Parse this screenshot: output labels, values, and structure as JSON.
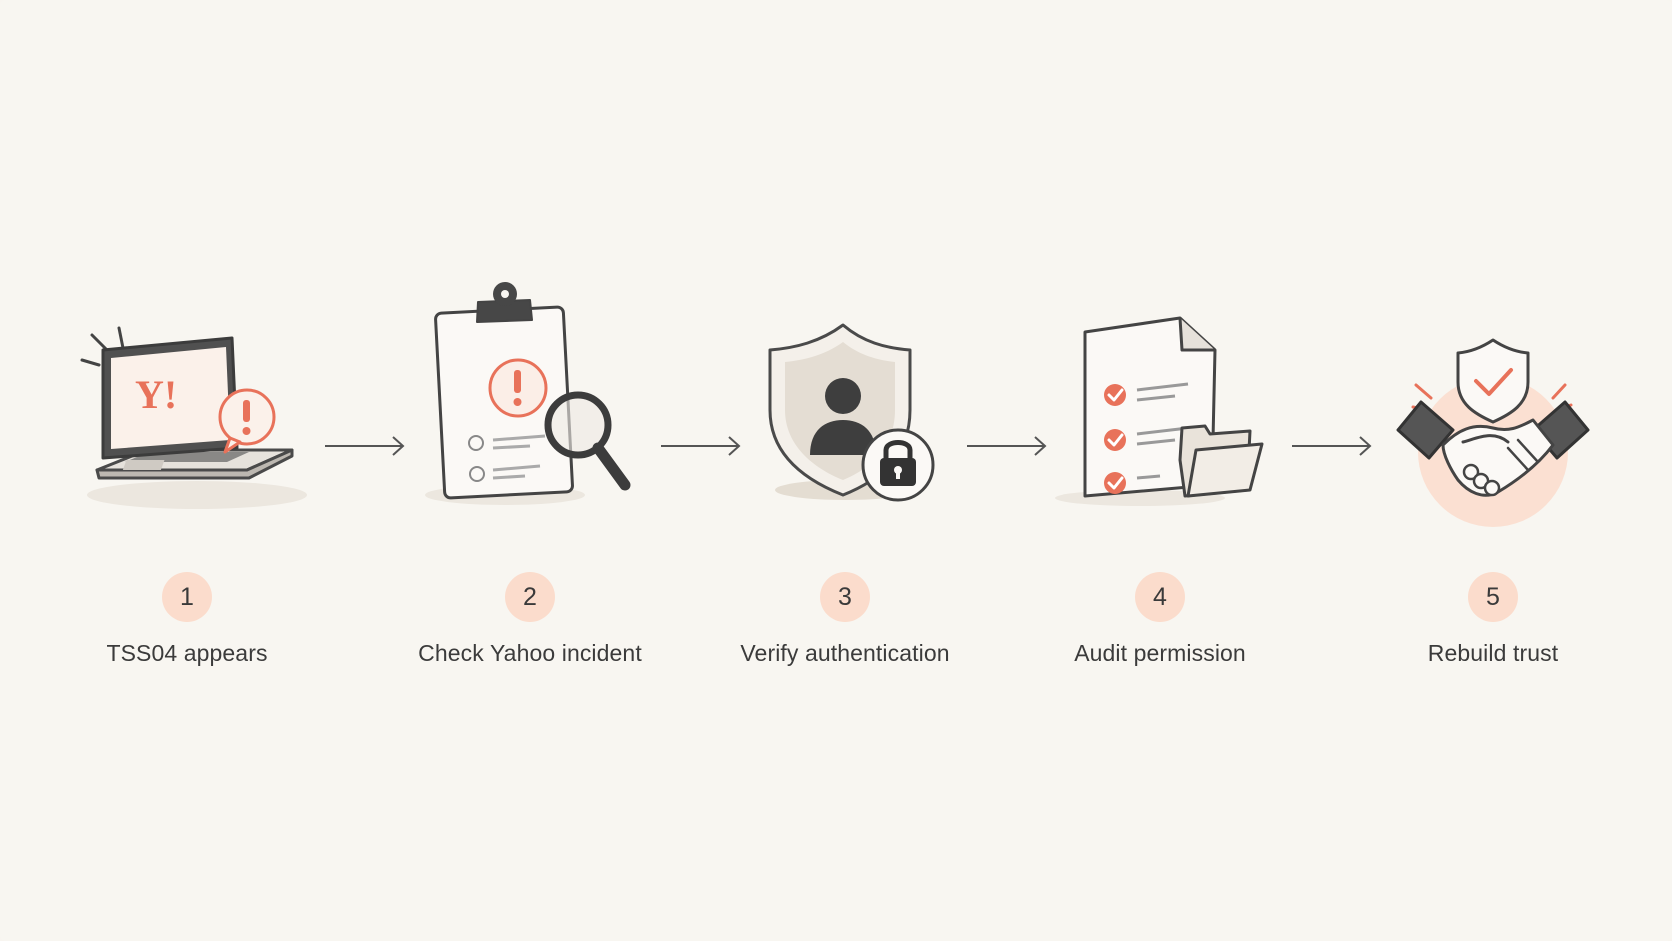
{
  "steps": [
    {
      "number": "1",
      "label": "TSS04 appears",
      "icon": "laptop-yahoo-alert-icon",
      "brand_text": "Y!"
    },
    {
      "number": "2",
      "label": "Check Yahoo incident",
      "icon": "clipboard-magnifier-icon"
    },
    {
      "number": "3",
      "label": "Verify authentication",
      "icon": "shield-user-lock-icon"
    },
    {
      "number": "4",
      "label": "Audit permission",
      "icon": "checklist-folder-icon"
    },
    {
      "number": "5",
      "label": "Rebuild trust",
      "icon": "handshake-shield-icon"
    }
  ],
  "colors": {
    "background": "#f8f6f1",
    "accent": "#e8725a",
    "badge": "#fbdccc",
    "ink": "#3a3a3a"
  }
}
